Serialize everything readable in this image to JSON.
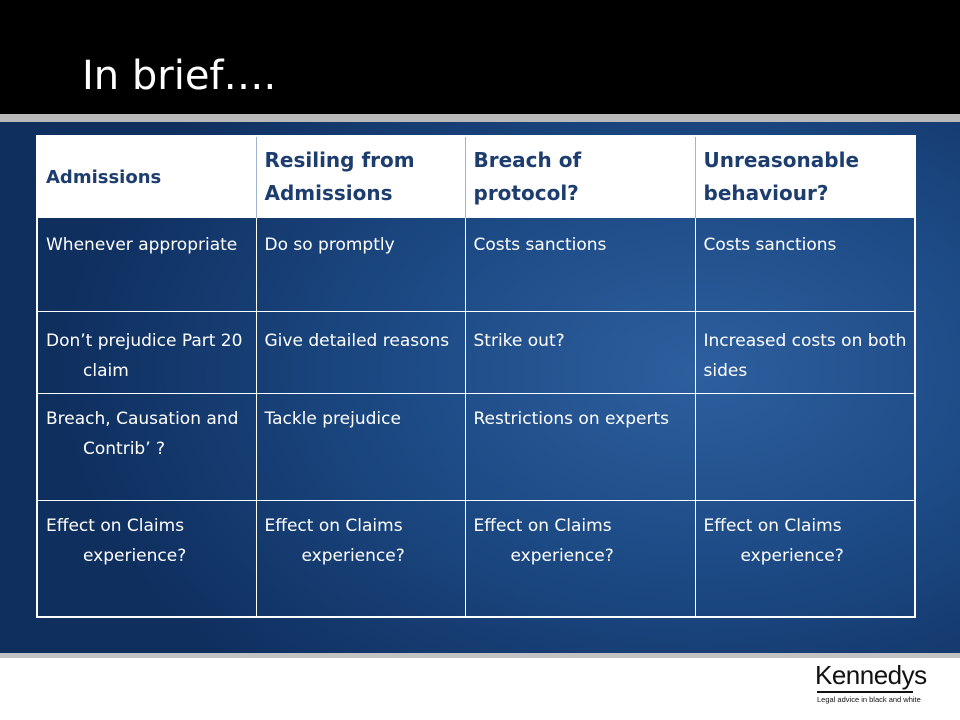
{
  "slide": {
    "title": "In brief…."
  },
  "table": {
    "headers": [
      "Admissions",
      "Resiling from Admissions",
      "Breach of protocol?",
      "Unreasonable behaviour?"
    ],
    "rows": [
      [
        "Whenever appropriate",
        "Do so promptly",
        "Costs sanctions",
        "Costs sanctions"
      ],
      [
        "Don’t prejudice Part 20 claim",
        "Give detailed reasons",
        "Strike out?",
        "Increased costs on both sides"
      ],
      [
        "Breach, Causation and Contrib’ ?",
        "Tackle prejudice",
        "Restrictions on experts",
        ""
      ],
      [
        "Effect on Claims experience?",
        "Effect on Claims experience?",
        "Effect on Claims experience?",
        "Effect on Claims experience?"
      ]
    ]
  },
  "logo": {
    "name": "Kennedys",
    "tagline": "Legal advice in black and white"
  },
  "colors": {
    "title_bar": "#000000",
    "panel_blue": "#1d4b86",
    "header_text": "#1c3d6e"
  }
}
